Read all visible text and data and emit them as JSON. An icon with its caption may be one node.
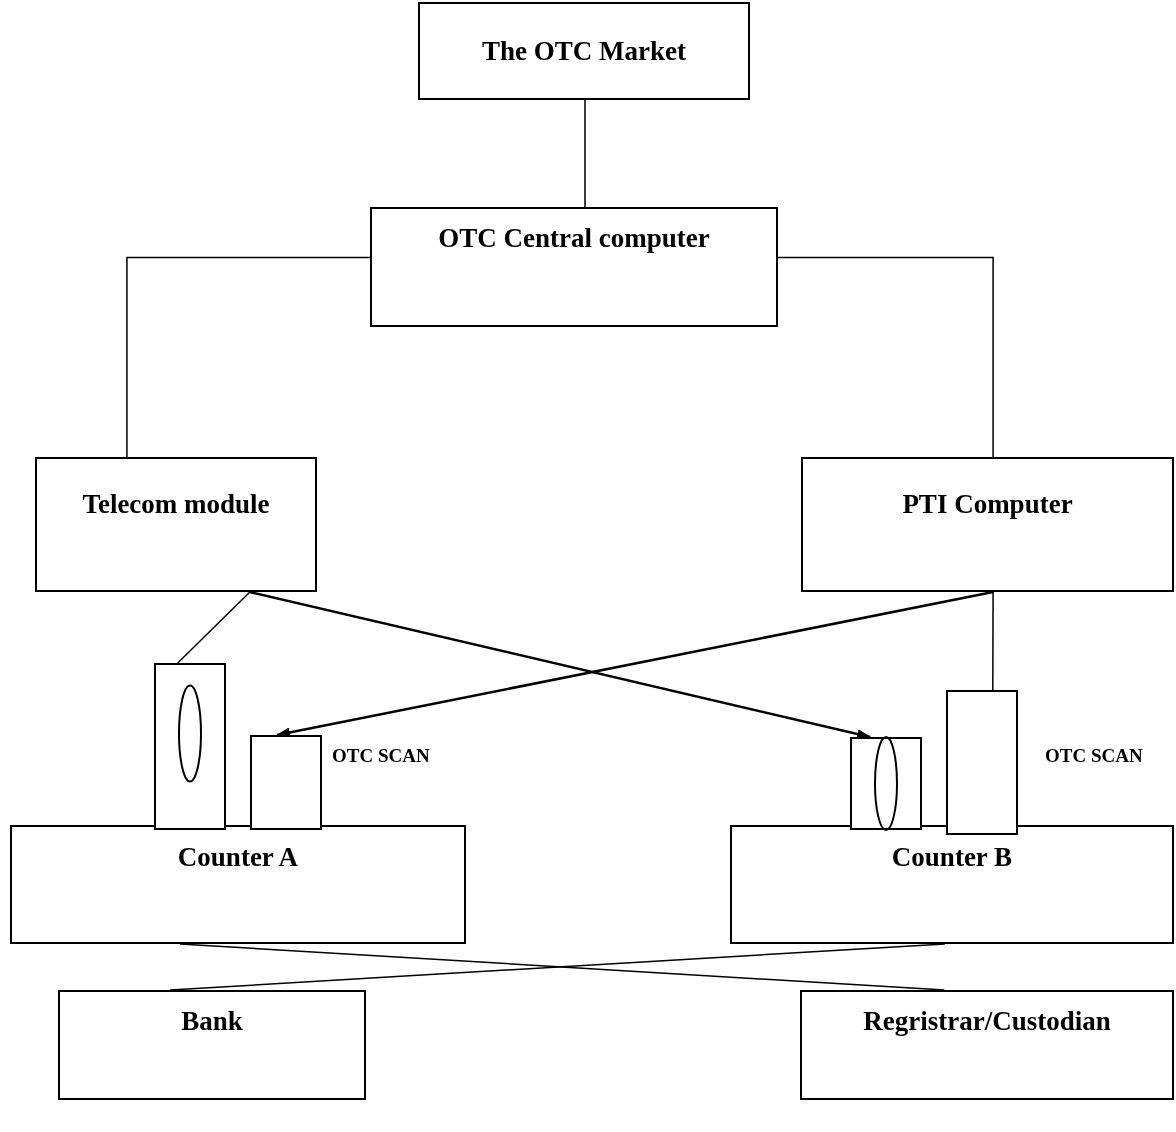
{
  "diagram": {
    "nodes": [
      {
        "text": [
          "The OTC Market"
        ]
      },
      {
        "text": [
          "OTC Central computer"
        ]
      },
      {
        "text": [
          "Telecom module"
        ]
      },
      {
        "text": [
          "PTI Computer"
        ]
      },
      {
        "text": [],
        "shape": "box"
      },
      {
        "text": [],
        "shape": "box",
        "beside": [
          "OTC SCAN"
        ]
      },
      {
        "text": [],
        "shape": "box"
      },
      {
        "text": [],
        "shape": "box",
        "beside": [
          "OTC SCAN"
        ]
      },
      {
        "text": [
          "Counter A"
        ]
      },
      {
        "text": [
          "Counter B"
        ]
      },
      {
        "text": [
          "Bank"
        ]
      },
      {
        "text": [
          "Regristrar/Custodian"
        ]
      }
    ],
    "edges": [
      {
        "from": 0,
        "to": 1,
        "arrow": "none"
      },
      {
        "from": 1,
        "to": 2,
        "arrow": "none"
      },
      {
        "from": 1,
        "to": 3,
        "arrow": "none"
      },
      {
        "from": 2,
        "to": 4,
        "arrow": "none"
      },
      {
        "from": 2,
        "to": 6,
        "arrow": "to"
      },
      {
        "from": 3,
        "to": 5,
        "arrow": "to"
      },
      {
        "from": 3,
        "to": 7,
        "arrow": "none"
      },
      {
        "from": 8,
        "to": 11,
        "arrow": "none"
      },
      {
        "from": 9,
        "to": 10,
        "arrow": "none"
      }
    ]
  }
}
